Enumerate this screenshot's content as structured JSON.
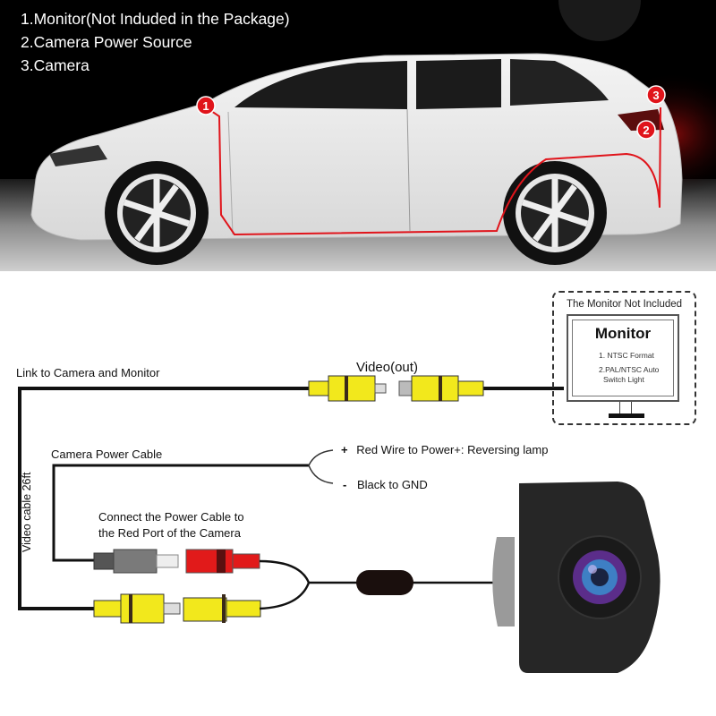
{
  "legend": {
    "items": [
      "1.Monitor(Not Induded in the Package)",
      "2.Camera Power Source",
      "3.Camera"
    ]
  },
  "car_markers": [
    {
      "number": "1",
      "meaning": "Monitor"
    },
    {
      "number": "2",
      "meaning": "Camera Power Source"
    },
    {
      "number": "3",
      "meaning": "Camera"
    }
  ],
  "diagram": {
    "link_label": "Link to Camera and Monitor",
    "video_out_label": "Video(out)",
    "camera_power_cable_label": "Camera Power Cable",
    "red_wire": {
      "symbol": "+",
      "label": "Red Wire to Power+: Reversing lamp"
    },
    "black_wire": {
      "symbol": "-",
      "label": "Black to GND"
    },
    "connect_note_line1": "Connect the Power Cable to",
    "connect_note_line2": "the Red Port of the Camera",
    "video_cable_label": "Video cable 26ft"
  },
  "monitor": {
    "caption": "The Monitor Not Included",
    "title": "Monitor",
    "feature1": "1. NTSC Format",
    "feature2_line1": "2.PAL/NTSC Auto",
    "feature2_line2": "Switch Light"
  },
  "colors": {
    "marker_red": "#e0141b",
    "rca_yellow": "#f2e81c",
    "rca_red": "#e11a1a",
    "rca_gray": "#7a7a7a",
    "cable_black": "#111111"
  }
}
